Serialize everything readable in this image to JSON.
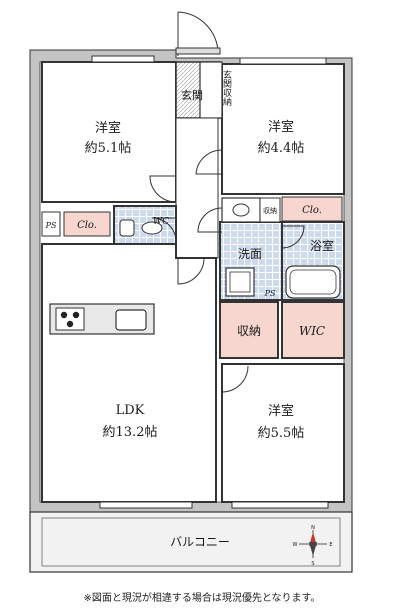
{
  "rooms": {
    "western_nw": {
      "name": "洋室",
      "size": "約5.1帖"
    },
    "western_ne": {
      "name": "洋室",
      "size": "約4.4帖"
    },
    "western_se": {
      "name": "洋室",
      "size": "約5.5帖"
    },
    "ldk": {
      "name": "LDK",
      "size": "約13.2帖"
    },
    "entrance": "玄関",
    "entrance_storage": "玄関収納",
    "washroom": "洗面",
    "bathroom": "浴室",
    "storage": "収納",
    "storage_small": "収納",
    "wic": "WIC",
    "closet_west": "Clo.",
    "closet_east": "Clo.",
    "toilet": "WC",
    "ps_west": "PS",
    "ps_center": "PS",
    "balcony": "バルコニー"
  },
  "compass": {
    "n": "N",
    "s": "S",
    "e": "E",
    "w": "W"
  },
  "colors": {
    "wall": "#2b2b2b",
    "wall_fill": "#bdbdbd",
    "closet": "#f6d6cf",
    "tile": "#c8d8ec",
    "balcony": "#f2f2f2"
  },
  "note": "※図面と現況が相違する場合は現況優先となります。"
}
